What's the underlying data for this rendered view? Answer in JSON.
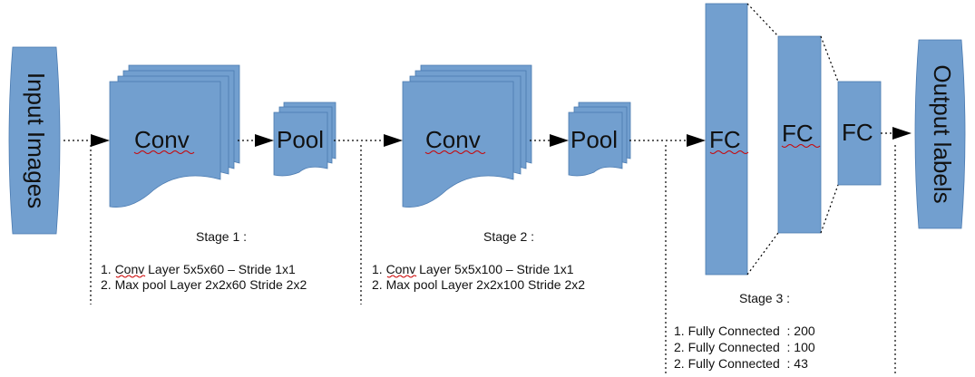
{
  "input_label": "Input Images",
  "output_label": "Output labels",
  "blocks": {
    "conv1": "Conv",
    "pool1": "Pool",
    "conv2": "Conv",
    "pool2": "Pool",
    "fc1": "FC",
    "fc2": "FC",
    "fc3": "FC"
  },
  "stage1": {
    "title": "Stage 1 :",
    "items": [
      "1. Conv Layer 5x5x60 – Stride 1x1",
      "2. Max pool Layer 2x2x60 Stride 2x2"
    ]
  },
  "stage2": {
    "title": "Stage 2 :",
    "items": [
      "1. Conv Layer 5x5x100 – Stride 1x1",
      "2. Max pool Layer 2x2x100 Stride 2x2"
    ]
  },
  "stage3": {
    "title": "Stage 3 :",
    "items": [
      "1. Fully Connected  : 200",
      "2. Fully Connected  : 100",
      "2. Fully Connected  : 43"
    ]
  },
  "colors": {
    "block_fill": "#729fcf",
    "arrow": "#000000",
    "spellcheck": "#cc0000"
  }
}
